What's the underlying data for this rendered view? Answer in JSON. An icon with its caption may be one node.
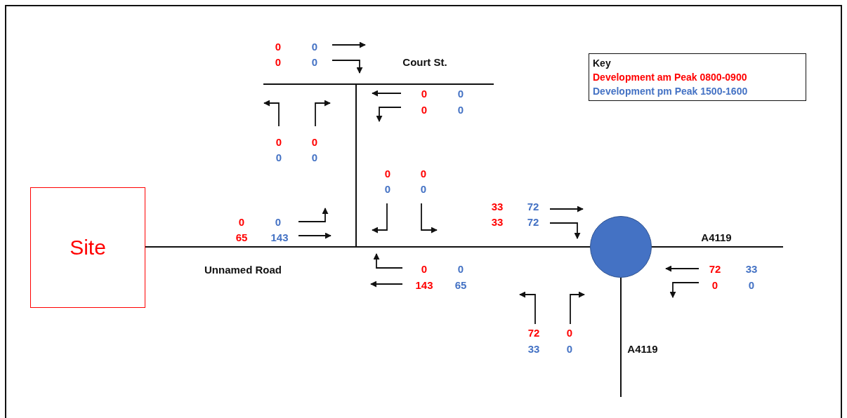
{
  "diagram": {
    "nodes": [
      {
        "text": [
          "Site"
        ]
      },
      {
        "text": [],
        "shape": "circle"
      }
    ],
    "edges": [
      {
        "from": 0,
        "to": 1,
        "arrow": "none"
      },
      {
        "from": 1,
        "to": null,
        "arrow": "none"
      },
      {
        "from": 1,
        "to": null,
        "arrow": "none"
      }
    ],
    "labels": [
      "0",
      "0",
      "0",
      "0",
      "Court St.",
      "Key",
      "0",
      "0",
      "0",
      "0",
      "0",
      "0",
      "0",
      "0",
      "0",
      "0",
      "0",
      "0",
      "33",
      "72",
      "0",
      "0",
      "33",
      "72",
      "65",
      "143",
      "A4119",
      "Unnamed Road",
      "0",
      "0",
      "72",
      "33",
      "143",
      "65",
      "0",
      "0",
      "72",
      "0",
      "33",
      "0",
      "A4119"
    ],
    "legend": [
      {
        "text": "Development am Peak 0800-0900",
        "color": "#ff0000"
      },
      {
        "text": "Development pm Peak 1500-1600",
        "color": "#4472c4"
      }
    ]
  }
}
